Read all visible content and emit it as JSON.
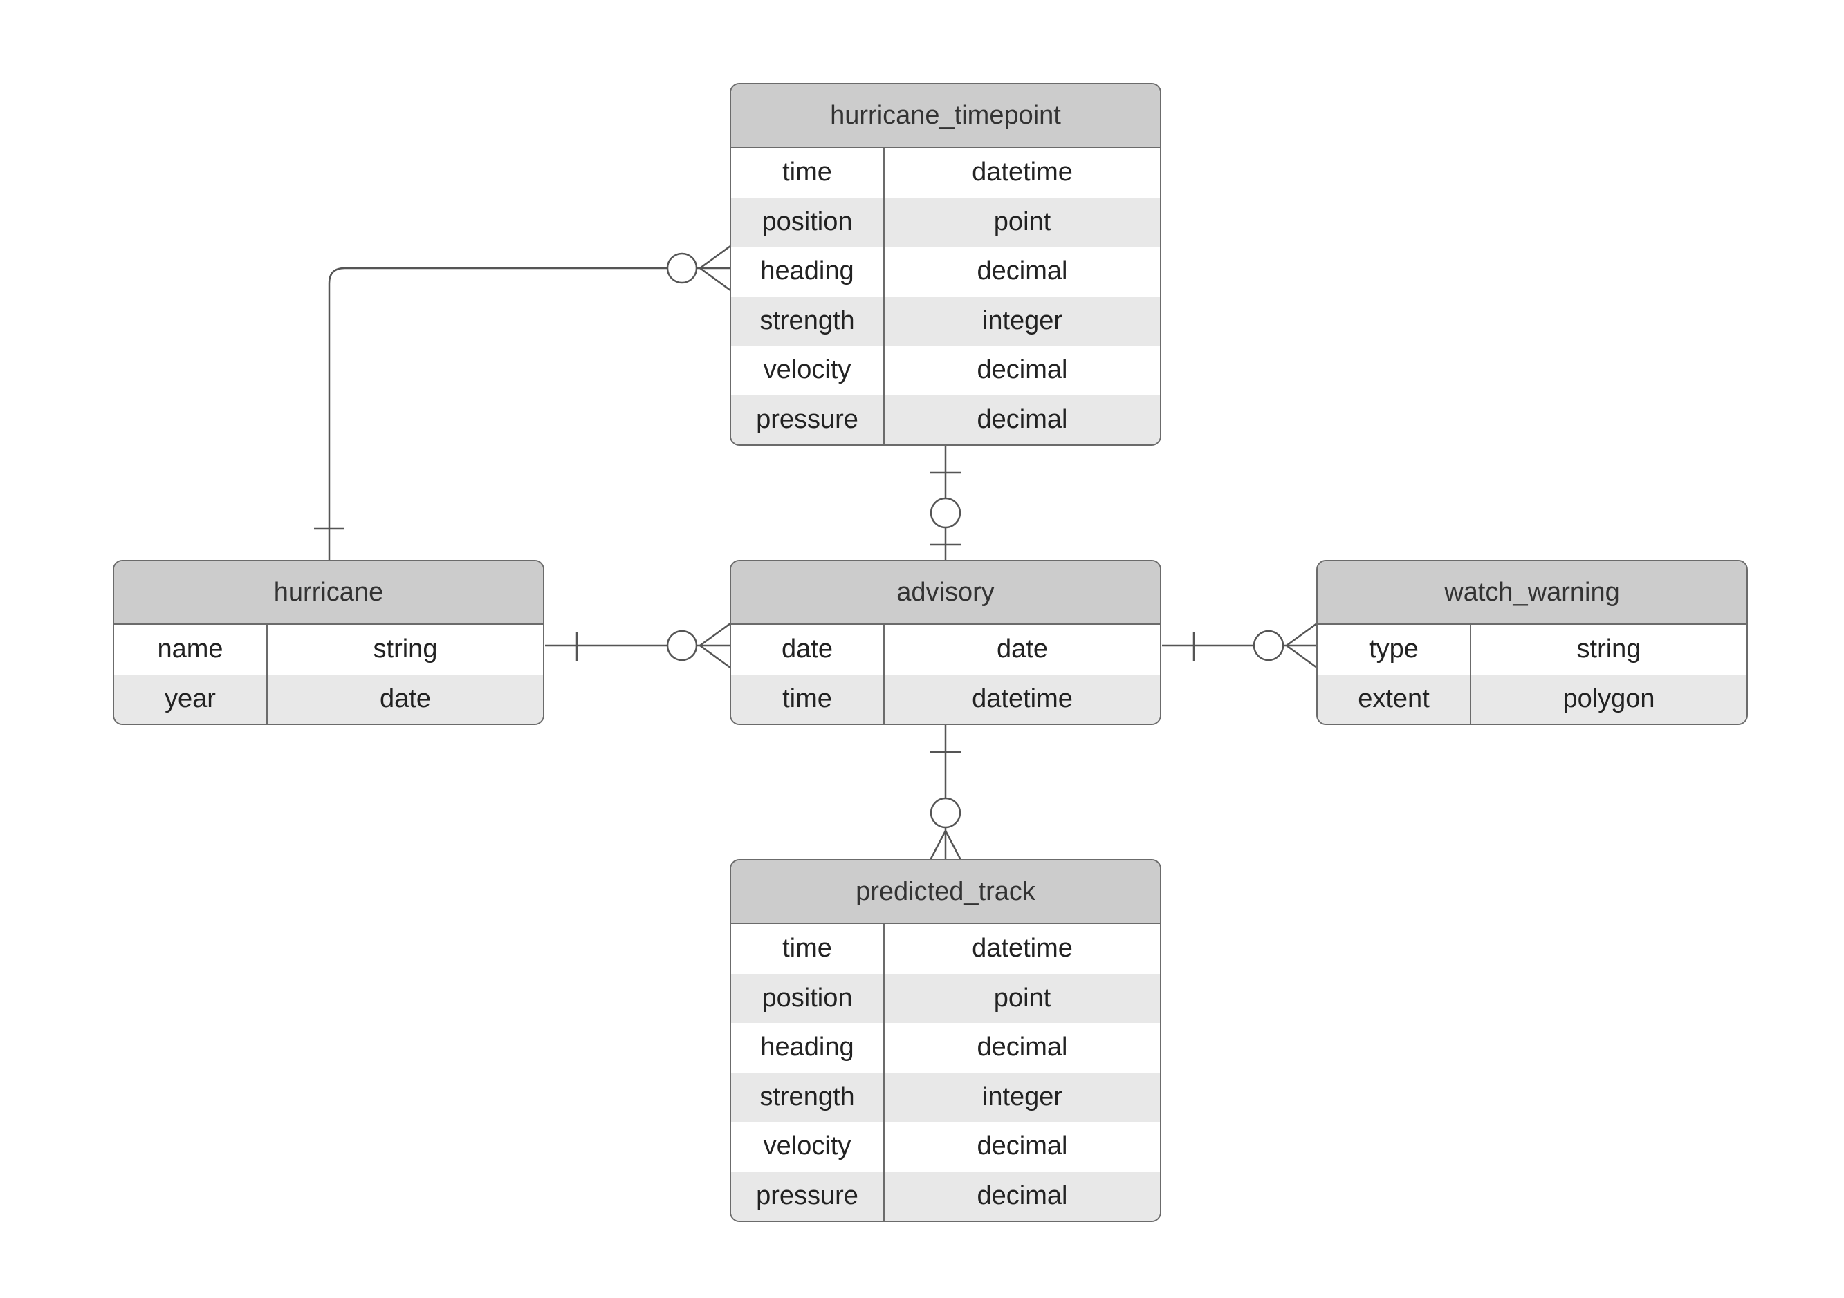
{
  "colors": {
    "header_fill": "#cccccc",
    "stripe_fill": "#e8e8e8",
    "border": "#6b6b6b",
    "line": "#555555"
  },
  "entities": {
    "hurricane_timepoint": {
      "title": "hurricane_timepoint",
      "fields": [
        {
          "name": "time",
          "type": "datetime"
        },
        {
          "name": "position",
          "type": "point"
        },
        {
          "name": "heading",
          "type": "decimal"
        },
        {
          "name": "strength",
          "type": "integer"
        },
        {
          "name": "velocity",
          "type": "decimal"
        },
        {
          "name": "pressure",
          "type": "decimal"
        }
      ]
    },
    "hurricane": {
      "title": "hurricane",
      "fields": [
        {
          "name": "name",
          "type": "string"
        },
        {
          "name": "year",
          "type": "date"
        }
      ]
    },
    "advisory": {
      "title": "advisory",
      "fields": [
        {
          "name": "date",
          "type": "date"
        },
        {
          "name": "time",
          "type": "datetime"
        }
      ]
    },
    "watch_warning": {
      "title": "watch_warning",
      "fields": [
        {
          "name": "type",
          "type": "string"
        },
        {
          "name": "extent",
          "type": "polygon"
        }
      ]
    },
    "predicted_track": {
      "title": "predicted_track",
      "fields": [
        {
          "name": "time",
          "type": "datetime"
        },
        {
          "name": "position",
          "type": "point"
        },
        {
          "name": "heading",
          "type": "decimal"
        },
        {
          "name": "strength",
          "type": "integer"
        },
        {
          "name": "velocity",
          "type": "decimal"
        },
        {
          "name": "pressure",
          "type": "decimal"
        }
      ]
    }
  },
  "relationships": [
    {
      "from": "hurricane",
      "from_cardinality": "one",
      "to": "hurricane_timepoint",
      "to_cardinality": "zero-or-many"
    },
    {
      "from": "hurricane",
      "from_cardinality": "one",
      "to": "advisory",
      "to_cardinality": "zero-or-many"
    },
    {
      "from": "advisory",
      "from_cardinality": "one",
      "to": "watch_warning",
      "to_cardinality": "zero-or-many"
    },
    {
      "from": "hurricane_timepoint",
      "from_cardinality": "one",
      "to": "advisory",
      "to_cardinality": "zero-or-one"
    },
    {
      "from": "advisory",
      "from_cardinality": "one",
      "to": "predicted_track",
      "to_cardinality": "zero-or-many"
    }
  ]
}
